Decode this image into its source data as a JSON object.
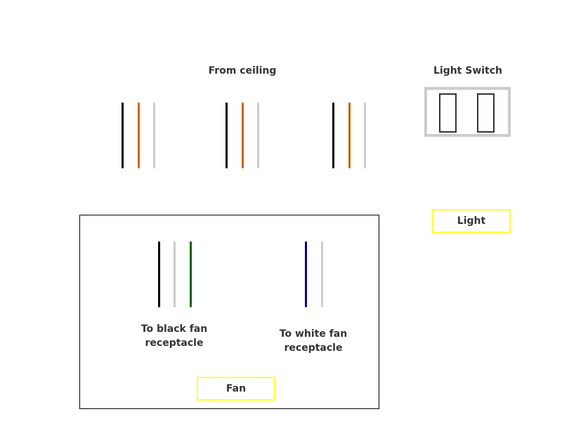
{
  "ceiling": {
    "title": "From ceiling",
    "wire_groups": [
      [
        "#000000",
        "#cc6600",
        "#cccccc"
      ],
      [
        "#000000",
        "#cc6600",
        "#cccccc"
      ],
      [
        "#000000",
        "#cc6600",
        "#cccccc"
      ]
    ]
  },
  "switch": {
    "title": "Light Switch",
    "frame_color": "#cccccc"
  },
  "light": {
    "label": "Light",
    "tag_color": "#ffff33"
  },
  "fan": {
    "label": "Fan",
    "black_receptacle": {
      "label_line1": "To black fan",
      "label_line2": "receptacle",
      "wires": [
        "#000000",
        "#cccccc",
        "#006600"
      ]
    },
    "white_receptacle": {
      "label_line1": "To white fan",
      "label_line2": "receptacle",
      "wires": [
        "#000099",
        "#cccccc"
      ]
    }
  }
}
